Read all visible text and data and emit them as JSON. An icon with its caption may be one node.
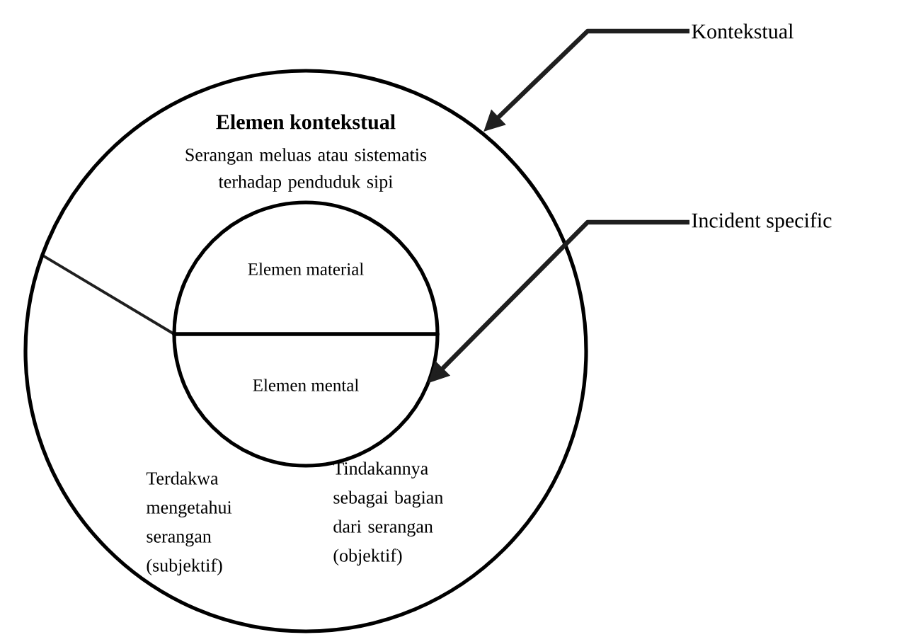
{
  "diagram": {
    "nodes": [
      {
        "text": [
          "Elemen kontekstual",
          "Serangan meluas atau sistematis terhadap penduduk sipi"
        ]
      },
      {
        "text": [
          "Elemen material"
        ],
        "in": 0
      },
      {
        "text": [
          "Elemen mental"
        ],
        "in": 0
      },
      {
        "text": [
          "Kontekstual"
        ]
      },
      {
        "text": [
          "Incident specific"
        ]
      }
    ],
    "edges": [
      {
        "from": 3,
        "to": 0,
        "arrow": "to"
      },
      {
        "from": 4,
        "to": 2,
        "arrow": "to"
      }
    ],
    "labels": [
      "Terdakwa mengetahui serangan (subjektif)",
      "Tindakannya sebagai bagian dari serangan (objektif)"
    ]
  }
}
